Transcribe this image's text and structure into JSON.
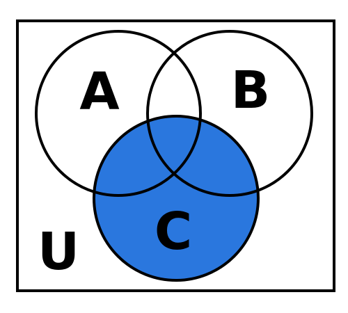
{
  "diagram": {
    "universe_label": "U",
    "sets": [
      {
        "id": "a",
        "label": "A",
        "shaded": false
      },
      {
        "id": "b",
        "label": "B",
        "shaded": false
      },
      {
        "id": "c",
        "label": "C",
        "shaded": true
      }
    ],
    "colors": {
      "shade": "#2a77de",
      "stroke": "#000000",
      "background": "#ffffff"
    }
  }
}
